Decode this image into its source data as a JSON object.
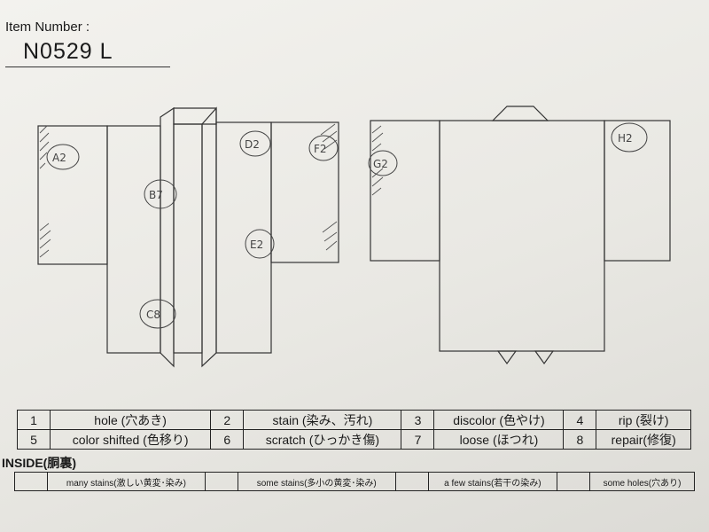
{
  "header": {
    "item_label": "Item Number :",
    "item_number": "N0529   L"
  },
  "diagram": {
    "front_marks": [
      {
        "code": "A2"
      },
      {
        "code": "B7"
      },
      {
        "code": "C8"
      },
      {
        "code": "D2"
      },
      {
        "code": "E2"
      },
      {
        "code": "F2"
      }
    ],
    "back_marks": [
      {
        "code": "G2"
      },
      {
        "code": "H2"
      }
    ]
  },
  "legend": {
    "rows": [
      [
        {
          "num": "1",
          "label": "hole (穴あき)"
        },
        {
          "num": "2",
          "label": "stain (染み、汚れ)"
        },
        {
          "num": "3",
          "label": "discolor (色やけ)"
        },
        {
          "num": "4",
          "label": "rip (裂け)"
        }
      ],
      [
        {
          "num": "5",
          "label": "color shifted (色移り)"
        },
        {
          "num": "6",
          "label": "scratch (ひっかき傷)"
        },
        {
          "num": "7",
          "label": "loose (ほつれ)"
        },
        {
          "num": "8",
          "label": "repair(修復)"
        }
      ]
    ]
  },
  "inside": {
    "title": "INSIDE(胴裏)",
    "items": [
      {
        "label": "many stains(激しい黄変･染み)"
      },
      {
        "label": "some stains(多小の黄変･染み)"
      },
      {
        "label": "a few stains(若干の染み)"
      },
      {
        "label": "some holes(穴あり)"
      }
    ]
  }
}
